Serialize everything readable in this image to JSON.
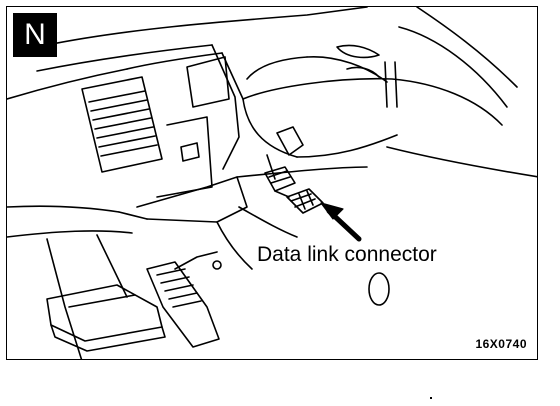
{
  "figure": {
    "badge_letter": "N",
    "callout_label": "Data link connector",
    "figure_code": "16X0740"
  },
  "icons": {
    "pointer": "arrow-icon",
    "connector": "connector-plug-icon"
  },
  "colors": {
    "line": "#000000",
    "background": "#ffffff",
    "badge_bg": "#000000",
    "badge_text": "#ffffff"
  }
}
